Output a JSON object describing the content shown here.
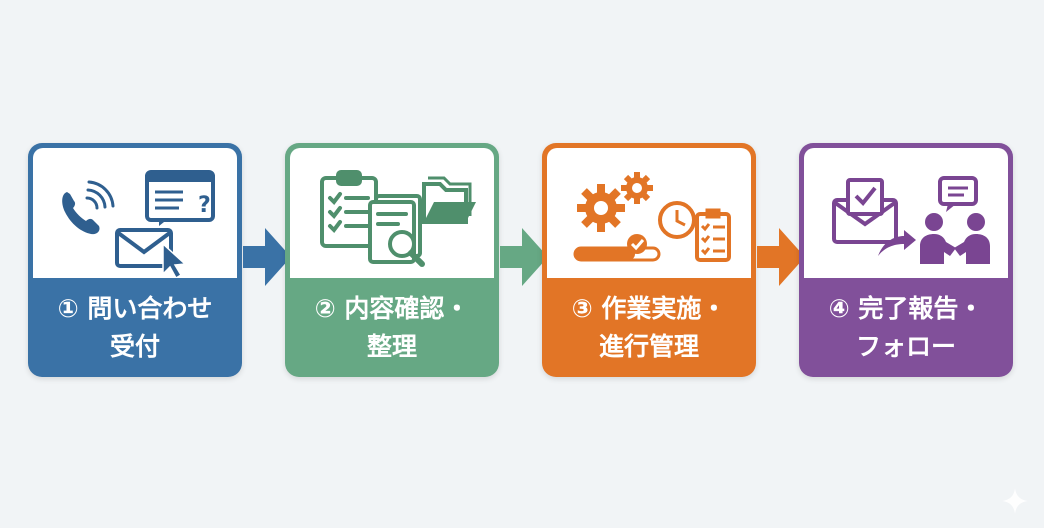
{
  "steps": [
    {
      "label": "① 問い合わせ\n受付",
      "color": "#3a72a6",
      "icons": [
        "phone-icon",
        "chat-question-icon",
        "envelope-icon",
        "cursor-icon"
      ]
    },
    {
      "label": "② 内容確認・\n整理",
      "color": "#66a884",
      "icons": [
        "clipboard-checklist-icon",
        "document-magnifier-icon",
        "folder-icon"
      ]
    },
    {
      "label": "③ 作業実施・\n進行管理",
      "color": "#e27526",
      "icons": [
        "gears-icon",
        "progress-bar-check-icon",
        "clock-icon",
        "checklist-icon"
      ]
    },
    {
      "label": "④ 完了報告・\nフォロー",
      "color": "#81509a",
      "icons": [
        "mail-check-icon",
        "forward-arrow-icon",
        "chat-icon",
        "handshake-people-icon"
      ]
    }
  ],
  "arrow_colors": [
    "#3a72a6",
    "#66a884",
    "#e27526"
  ],
  "background": "#f1f4f6"
}
